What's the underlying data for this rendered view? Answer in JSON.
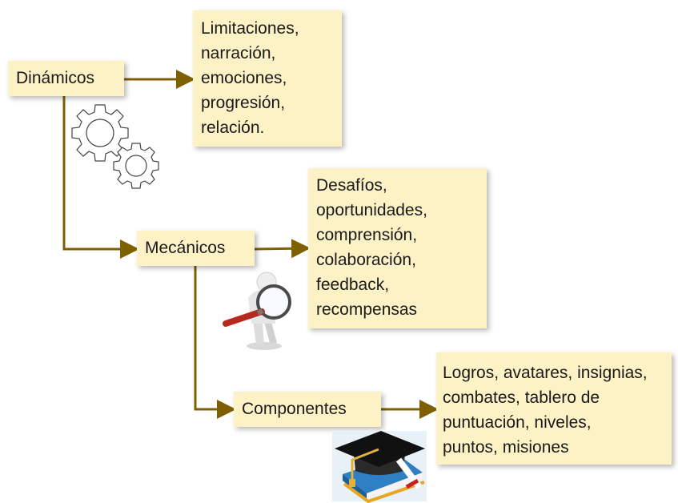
{
  "nodes": {
    "dinamicos": {
      "label": "Dinámicos",
      "items": [
        "Limitaciones,",
        "narración,",
        "emociones,",
        "progresión,",
        "relación."
      ]
    },
    "mecanicos": {
      "label": "Mecánicos",
      "items": [
        "Desafíos,",
        "oportunidades,",
        "comprensión,",
        "colaboración,",
        "feedback,",
        "recompensas"
      ]
    },
    "componentes": {
      "label": "Componentes",
      "items": [
        "Logros, avatares, insignias,",
        "combates, tablero de",
        "puntuación, niveles,",
        "puntos, misiones"
      ]
    }
  },
  "icons": [
    "gears-icon",
    "magnifier-person-icon",
    "graduation-cap-book-icon"
  ],
  "colors": {
    "box_fill": "#fdf1c6",
    "connector": "#7f6000"
  }
}
